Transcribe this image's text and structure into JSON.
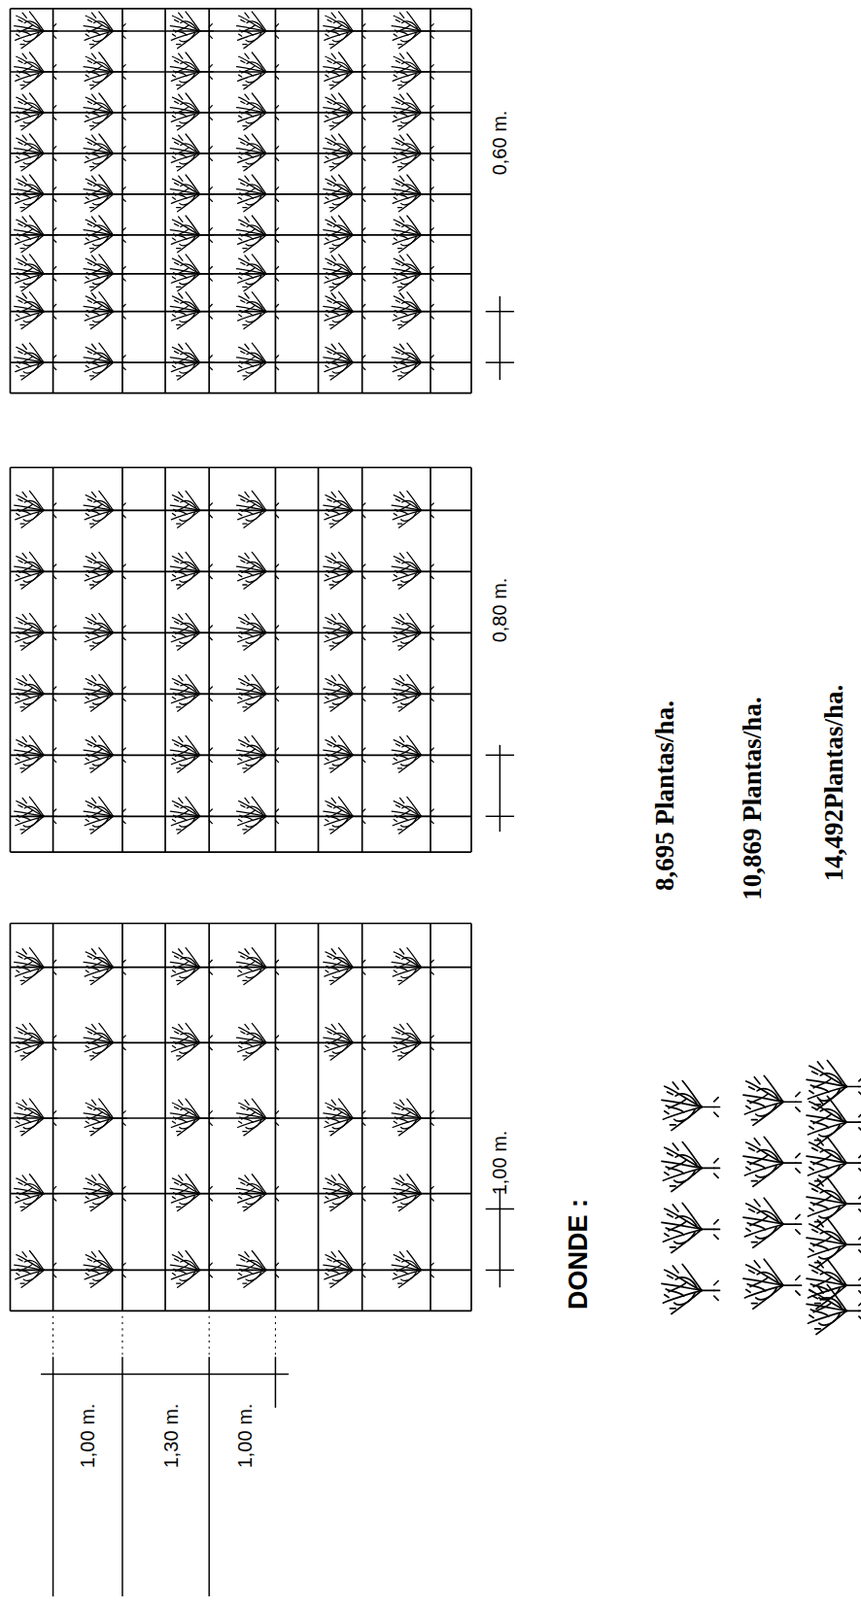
{
  "diagram": {
    "labels": [
      "1,00 m.",
      "0,80 m.",
      "0,60 m.",
      "DONDE :",
      "1,00 m.",
      "1,30 m.",
      "1,00 m."
    ],
    "legend": [
      {
        "text": "8,695 Plantas/ha."
      },
      {
        "text": "10,869 Plantas/ha."
      },
      {
        "text": "14,492Plantas/ha."
      }
    ]
  }
}
